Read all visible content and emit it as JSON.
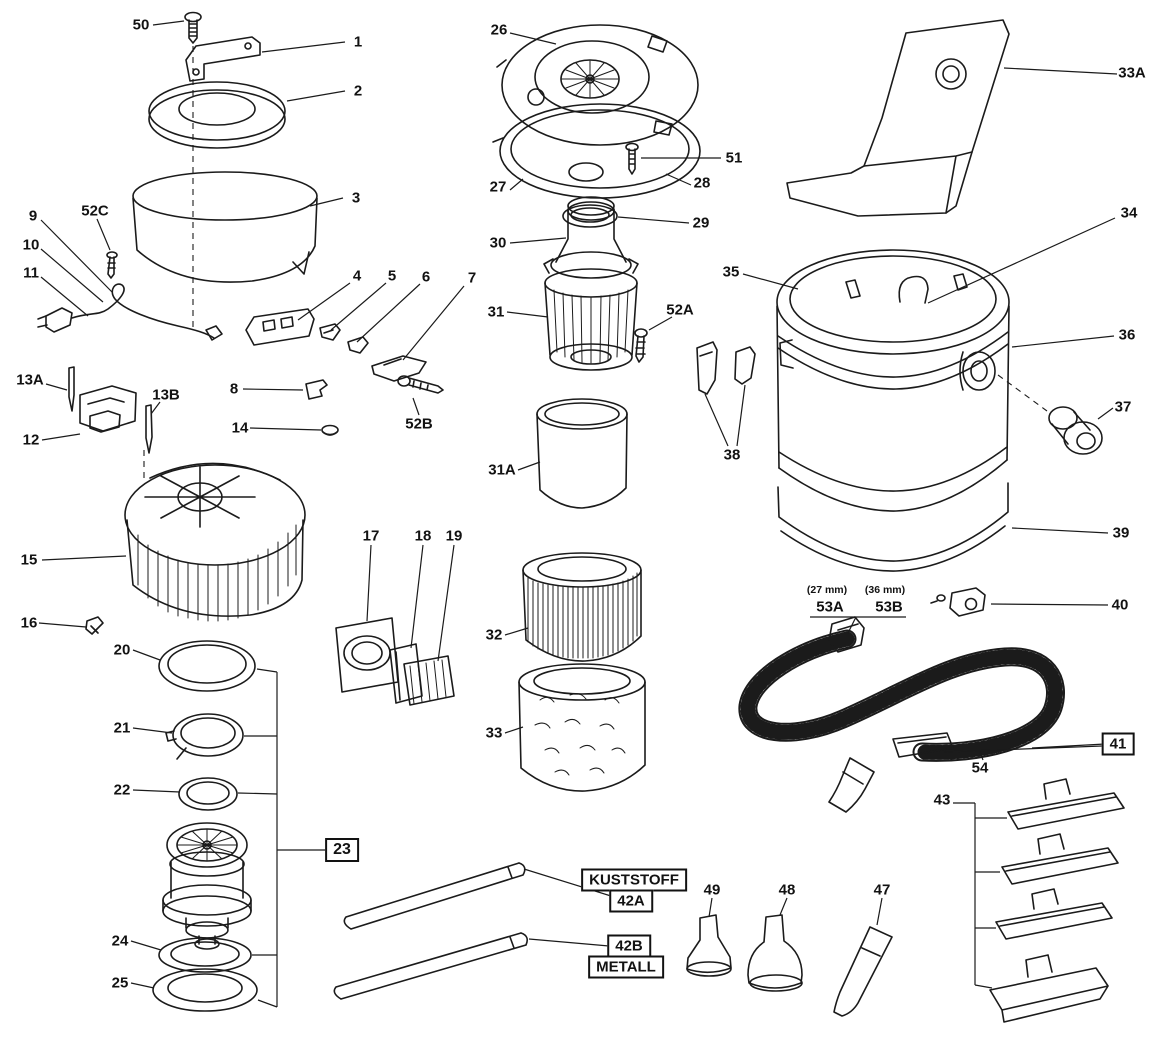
{
  "meta": {
    "description": "Exploded parts diagram of a wet/dry vacuum cleaner",
    "background_color": "#ffffff",
    "ink_color": "#1b1b1b"
  },
  "callouts": {
    "p1": "1",
    "p2": "2",
    "p3": "3",
    "p4": "4",
    "p5": "5",
    "p6": "6",
    "p7": "7",
    "p8": "8",
    "p9": "9",
    "p10": "10",
    "p11": "11",
    "p12": "12",
    "p13a": "13A",
    "p13b": "13B",
    "p14": "14",
    "p15": "15",
    "p16": "16",
    "p17": "17",
    "p18": "18",
    "p19": "19",
    "p20": "20",
    "p21": "21",
    "p22": "22",
    "p23": "23",
    "p24": "24",
    "p25": "25",
    "p26": "26",
    "p27": "27",
    "p28": "28",
    "p29": "29",
    "p30": "30",
    "p31": "31",
    "p31a": "31A",
    "p32": "32",
    "p33": "33",
    "p33a": "33A",
    "p34": "34",
    "p35": "35",
    "p36": "36",
    "p37": "37",
    "p38": "38",
    "p39": "39",
    "p40": "40",
    "p41": "41",
    "p42a": "42A",
    "p42b": "42B",
    "p43": "43",
    "p47": "47",
    "p48": "48",
    "p49": "49",
    "p50": "50",
    "p51": "51",
    "p52a": "52A",
    "p52b": "52B",
    "p52c": "52C",
    "p53a": "53A",
    "p53b": "53B",
    "p54": "54"
  },
  "annotations": {
    "hose_size_27": "(27 mm)",
    "hose_size_36": "(36 mm)",
    "material_plastic": "KUSTSTOFF",
    "material_metal": "METALL"
  }
}
